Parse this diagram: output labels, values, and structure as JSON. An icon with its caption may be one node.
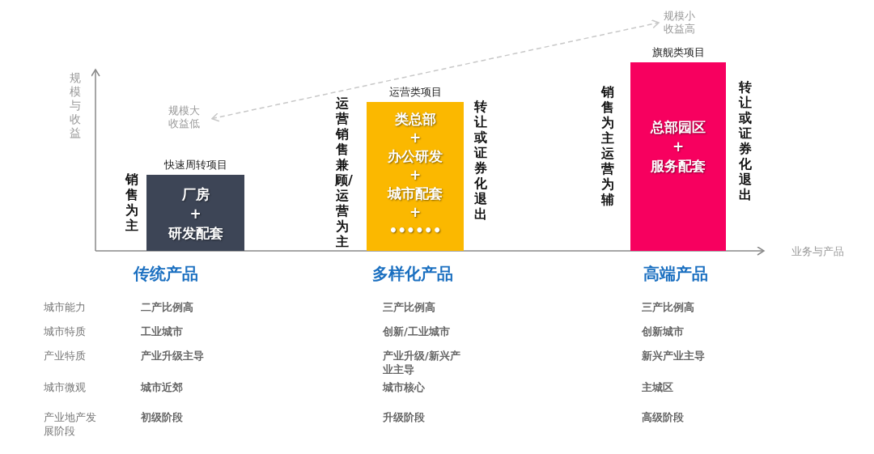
{
  "diagram": {
    "nodes": [
      {
        "text": [
          "快速周转项目",
          "厂房",
          "+",
          "研发配套"
        ],
        "beside": [
          "销售为主"
        ]
      },
      {
        "text": [
          "运营类项目",
          "类总部",
          "+",
          "办公研发",
          "+",
          "城市配套",
          "+",
          "••••••"
        ],
        "beside": [
          "运营销售兼顾/运营为主",
          "转让或证券化退出"
        ]
      },
      {
        "text": [
          "旗舰类项目",
          "总部园区",
          "+",
          "服务配套"
        ],
        "beside": [
          "销售为主运营为辅",
          "转让或证券化退出"
        ]
      },
      {
        "text": [
          "规模大收益低"
        ]
      },
      {
        "text": [
          "规模小收益高"
        ]
      }
    ],
    "edges": [
      {
        "from": 3,
        "to": 4,
        "arrow": "both",
        "style": "dashed",
        "color": "#c8c8c8"
      }
    ],
    "labels": [
      "规模与收益",
      "业务与产品",
      "传统产品",
      "多样化产品",
      "高端产品",
      "城市能力",
      "二产比例高",
      "三产比例高",
      "三产比例高",
      "城市特质",
      "工业城市",
      "创新/工业城市",
      "创新城市",
      "产业特质",
      "产业升级主导",
      "产业升级/新兴产业主导",
      "新兴产业主导",
      "城市微观",
      "城市近郊",
      "城市核心",
      "主城区",
      "产业地产发展阶段",
      "初级阶段",
      "升级阶段",
      "高级阶段"
    ]
  }
}
